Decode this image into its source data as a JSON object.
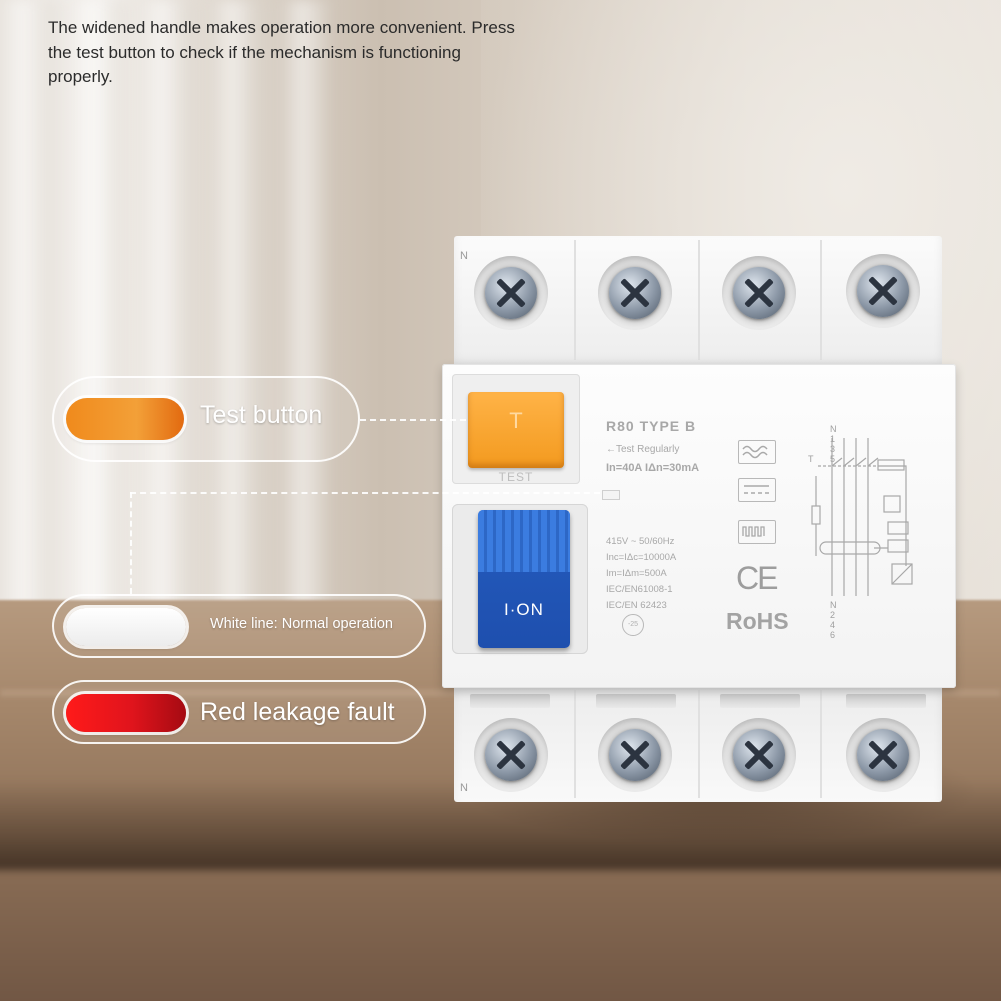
{
  "intro_text": "The widened handle makes operation more convenient. Press the test button to check if the mechanism is functioning properly.",
  "callouts": {
    "test": {
      "label": "Test button",
      "pill_color": "#f08a1c"
    },
    "white": {
      "label": "White line: Normal operation",
      "pill_color": "#ffffff"
    },
    "red": {
      "label": "Red leakage fault",
      "pill_color": "#e0141c"
    }
  },
  "device": {
    "pole_marker": "N",
    "test_button_letter": "T",
    "test_label": "TEST",
    "handle_label": "I·ON",
    "model": "R80  TYPE B",
    "test_note": "←Test Regularly",
    "rating": "In=40A  IΔn=30mA",
    "spec_lines": [
      "415V ~ 50/60Hz",
      "Inc=IΔc=10000A",
      "Im=IΔm=500A",
      "IEC/EN61008-1",
      "IEC/EN 62423"
    ],
    "mini_logo": "-25",
    "ce_mark": "CE",
    "rohs_mark": "RoHS",
    "circuit_top": "N 1 3 5",
    "circuit_bottom": "N 2 4 6",
    "circuit_t": "T"
  },
  "colors": {
    "handle": "#2257b8",
    "test_button": "#f39a1f"
  }
}
